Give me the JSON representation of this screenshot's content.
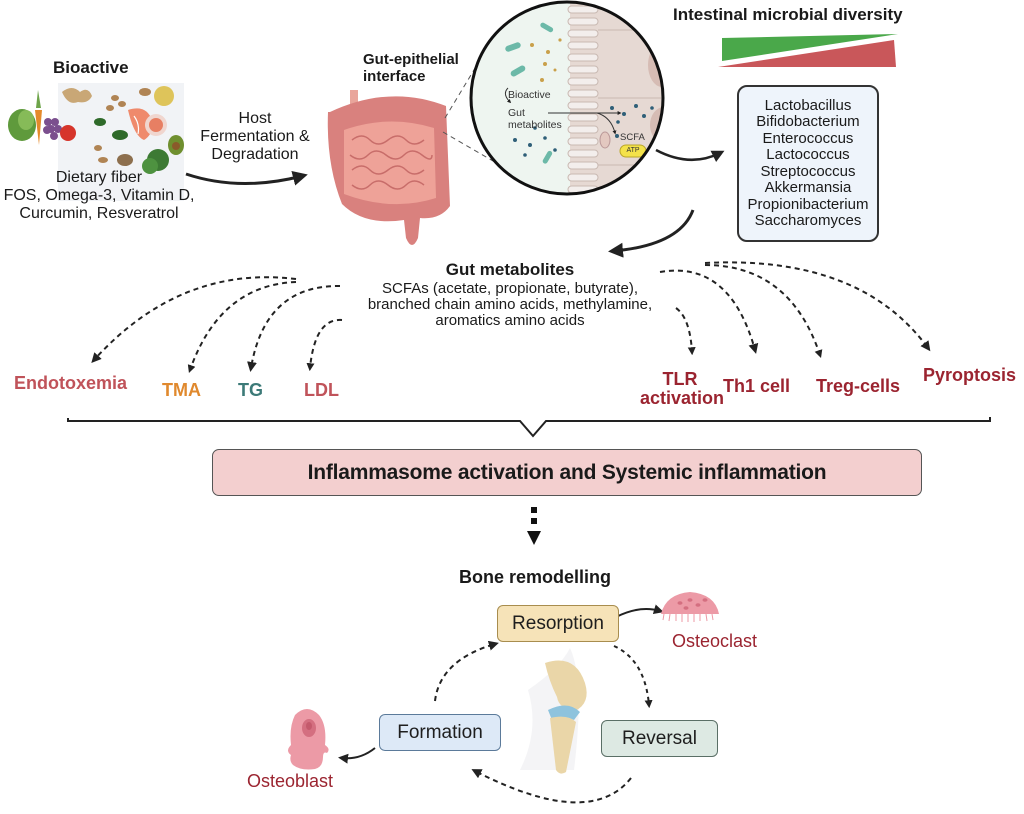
{
  "bioactive": {
    "title": "Bioactive",
    "caption_lines": [
      "Dietary fiber",
      "FOS, Omega-3, Vitamin D,",
      "Curcumin, Resveratrol"
    ],
    "image": "food-collage"
  },
  "process_arrow": {
    "label_lines": [
      "Host",
      "Fermentation &",
      "Degradation"
    ]
  },
  "gut": {
    "title_lines": [
      "Gut-epithelial",
      "interface"
    ],
    "image": "intestine-illustration"
  },
  "inset": {
    "labels": {
      "bioactive": "Bioactive",
      "gut_metabolites_1": "Gut",
      "gut_metabolites_2": "metabolites",
      "scfa": "SCFA",
      "atp": "ATP"
    }
  },
  "diversity": {
    "title": "Intestinal microbial diversity",
    "wedge_colors": {
      "increase": "#4aa84a",
      "decrease": "#c9575a"
    },
    "microbes": [
      "Lactobacillus",
      "Bifidobacterium",
      "Enterococcus",
      "Lactococcus",
      "Streptococcus",
      "Akkermansia",
      "Propionibacterium",
      "Saccharomyces"
    ]
  },
  "metabolites": {
    "title": "Gut metabolites",
    "lines": [
      "SCFAs (acetate, propionate, butyrate),",
      "branched chain amino acids, methylamine,",
      "aromatics amino acids"
    ]
  },
  "effects": [
    {
      "label": "Endotoxemia",
      "color": "#c0535a"
    },
    {
      "label": "TMA",
      "color": "#e0892e"
    },
    {
      "label": "TG",
      "color": "#3c7a78"
    },
    {
      "label": "LDL",
      "color": "#c0535a"
    },
    {
      "label": "TLR\nactivation",
      "label_1": "TLR",
      "label_2": "activation",
      "color": "#9b2430"
    },
    {
      "label": "Th1 cell",
      "color": "#9b2430"
    },
    {
      "label": "Treg-cells",
      "color": "#9b2430"
    },
    {
      "label": "Pyroptosis",
      "color": "#9b2430"
    }
  ],
  "inflammation": {
    "label": "Inflammasome activation and Systemic inflammation",
    "fill": "#f3cfcf"
  },
  "bone": {
    "title": "Bone remodelling",
    "stages": {
      "resorption": {
        "label": "Resorption",
        "fill": "#f6e3b8"
      },
      "reversal": {
        "label": "Reversal",
        "fill": "#dde9e3"
      },
      "formation": {
        "label": "Formation",
        "fill": "#dde9f7"
      }
    },
    "cells": {
      "osteoclast": "Osteoclast",
      "osteoblast": "Osteoblast"
    },
    "cell_label_color": "#9b2430"
  }
}
